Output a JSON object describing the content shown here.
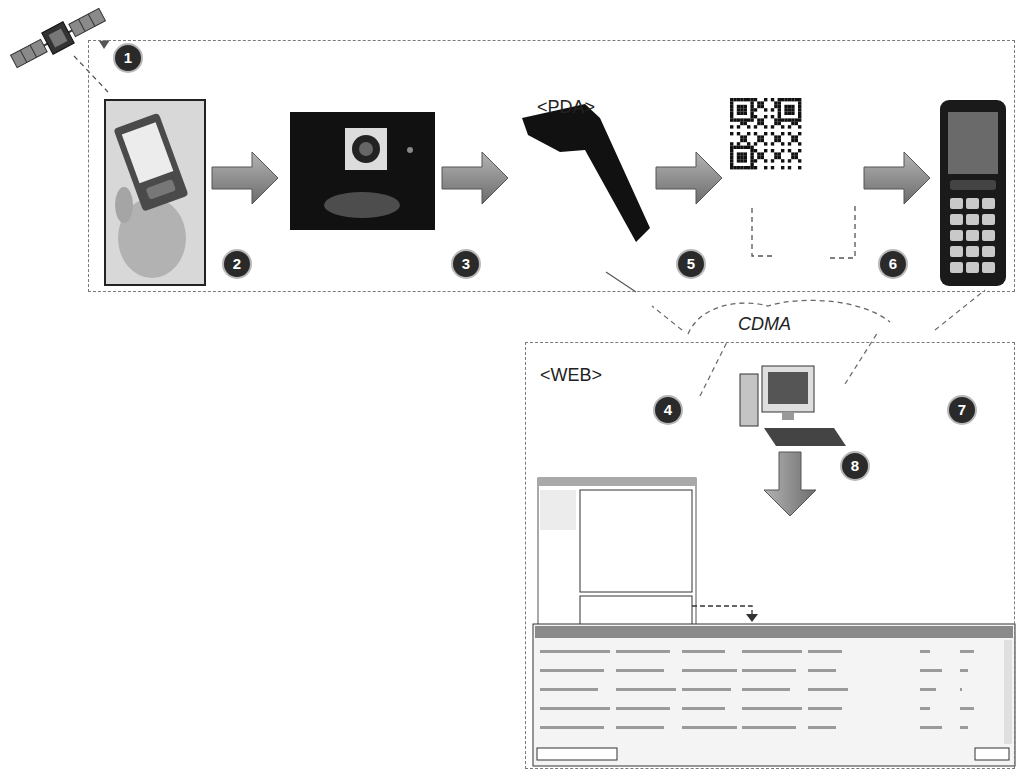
{
  "diagram": {
    "nodes": [
      {
        "text": [
          "<PDA>"
        ]
      },
      {
        "text": [
          "<WEB>"
        ]
      }
    ],
    "labels": [
      "1",
      "2",
      "3",
      "5",
      "6",
      "CDMA",
      "4",
      "7",
      "8"
    ]
  }
}
